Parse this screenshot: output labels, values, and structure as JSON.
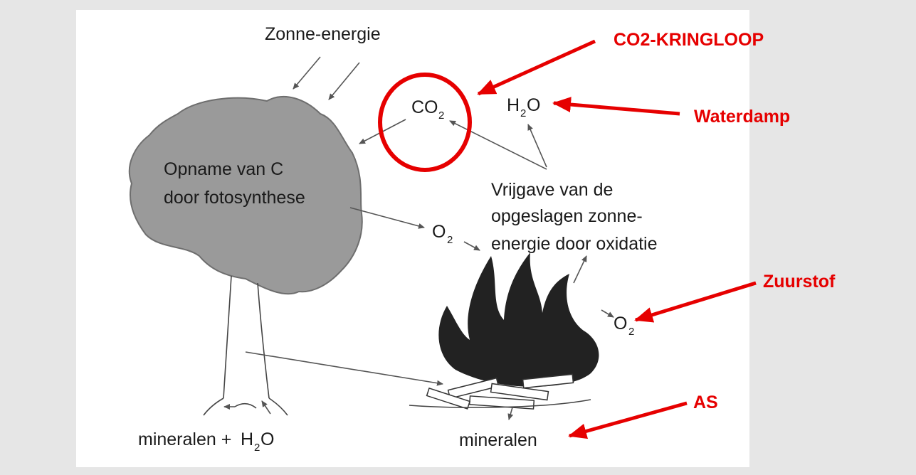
{
  "diagram": {
    "sun_label": "Zonne-energie",
    "co2_base": "CO",
    "co2_sub": "2",
    "h2o_top_H": "H",
    "h2o_top_sub": "2",
    "h2o_top_O": "O",
    "uptake_line1": "Opname van C",
    "uptake_line2": "door fotosynthese",
    "release_line1": "Vrijgave van de",
    "release_line2": "opgeslagen zonne-",
    "release_line3": "energie door oxidatie",
    "o2_left_base": "O",
    "o2_left_sub": "2",
    "o2_right_base": "O",
    "o2_right_sub": "2",
    "minerals_h2o_text": "mineralen +",
    "minerals_h2o_H": "H",
    "minerals_h2o_sub": "2",
    "minerals_h2o_O": "O",
    "minerals_label": "mineralen"
  },
  "annotations": {
    "cycle": "CO2-KRINGLOOP",
    "water_vapor": "Waterdamp",
    "oxygen": "Zuurstof",
    "ash": "AS",
    "accent_color": "#e60000"
  }
}
